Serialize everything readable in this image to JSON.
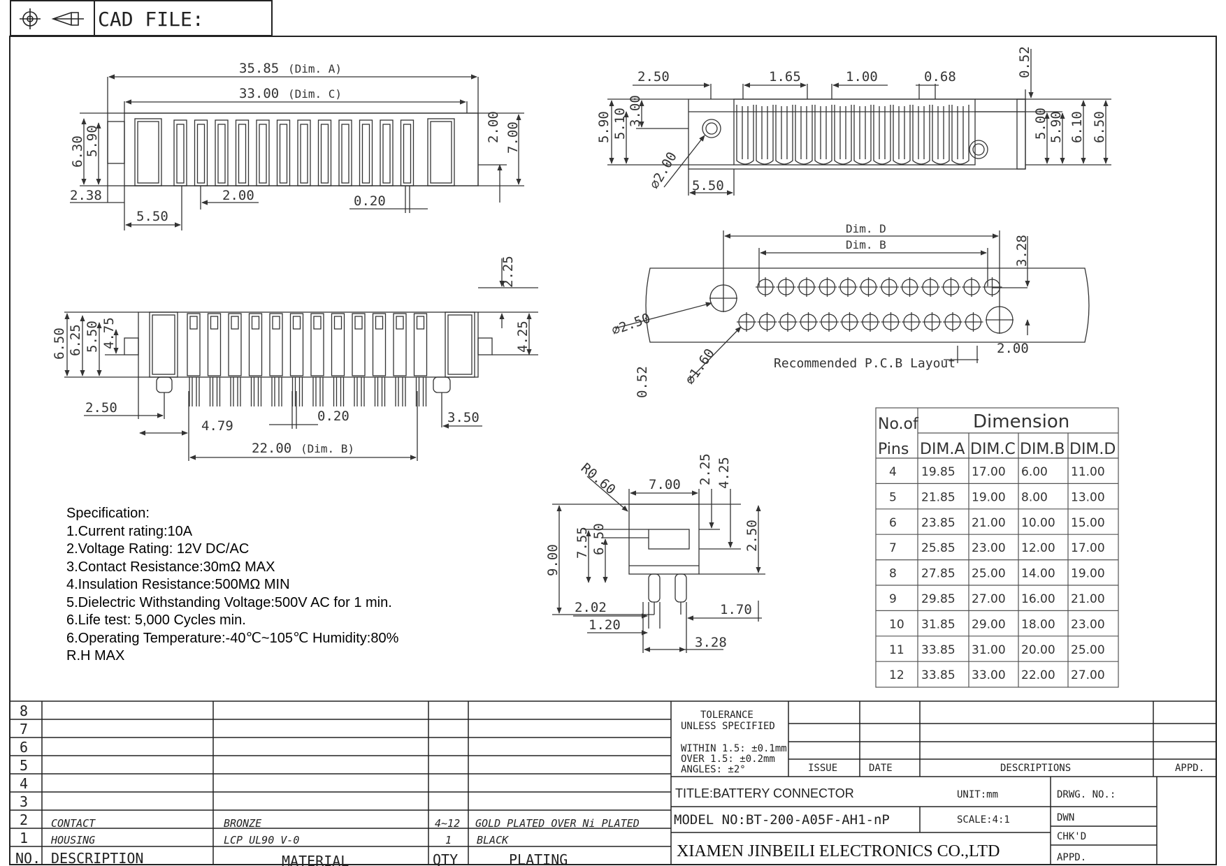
{
  "header": {
    "cad_file_label": "CAD FILE:"
  },
  "top_view": {
    "dims": [
      "35.85",
      "(Dim. A)",
      "33.00",
      "(Dim. C)",
      "2.00",
      "7.00",
      "6.30",
      "5.90",
      "2.38",
      "2.00",
      "0.20",
      "5.50"
    ]
  },
  "side_view": {
    "dims": [
      "2.50",
      "1.65",
      "1.00",
      "0.68",
      "0.52",
      "5.90",
      "5.10",
      "3.00",
      "5.00",
      "5.90",
      "6.10",
      "6.50",
      "⌀2.00",
      "5.50"
    ]
  },
  "front_view": {
    "dims": [
      "2.25",
      "6.50",
      "6.25",
      "5.50",
      "4.75",
      "4.25",
      "2.50",
      "4.79",
      "0.20",
      "3.50",
      "22.00",
      "(Dim. B)"
    ]
  },
  "pcb_layout": {
    "dims": [
      "Dim. D",
      "Dim. B",
      "3.28",
      "⌀2.50",
      "⌀1.60",
      "0.52",
      "2.00"
    ],
    "caption": "Recommended P.C.B Layout"
  },
  "end_view": {
    "dims": [
      "R0.60",
      "7.00",
      "2.25",
      "4.25",
      "7.55",
      "6.50",
      "9.00",
      "2.50",
      "2.02",
      "1.20",
      "1.70",
      "3.28"
    ]
  },
  "specification": {
    "title": "Specification:",
    "lines": [
      "1.Current rating:10A",
      "2.Voltage Rating: 12V DC/AC",
      "3.Contact Resistance:30mΩ MAX",
      "4.Insulation Resistance:500MΩ MIN",
      "5.Dielectric Withstanding Voltage:500V AC for 1 min.",
      "6.Life test: 5,000 Cycles min.",
      "6.Operating Temperature:-40℃~105℃  Humidity:80%",
      "R.H MAX"
    ]
  },
  "dimension_table": {
    "title": "Dimension",
    "col_top": "No.of",
    "col_bottom": "Pins",
    "columns": [
      "DIM.A",
      "DIM.C",
      "DIM.B",
      "DIM.D"
    ],
    "rows": [
      [
        "4",
        "19.85",
        "17.00",
        "6.00",
        "11.00"
      ],
      [
        "5",
        "21.85",
        "19.00",
        "8.00",
        "13.00"
      ],
      [
        "6",
        "23.85",
        "21.00",
        "10.00",
        "15.00"
      ],
      [
        "7",
        "25.85",
        "23.00",
        "12.00",
        "17.00"
      ],
      [
        "8",
        "27.85",
        "25.00",
        "14.00",
        "19.00"
      ],
      [
        "9",
        "29.85",
        "27.00",
        "16.00",
        "21.00"
      ],
      [
        "10",
        "31.85",
        "29.00",
        "18.00",
        "23.00"
      ],
      [
        "11",
        "33.85",
        "31.00",
        "20.00",
        "25.00"
      ],
      [
        "12",
        "33.85",
        "33.00",
        "22.00",
        "27.00"
      ]
    ]
  },
  "bom": {
    "row_numbers": [
      "8",
      "7",
      "6",
      "5",
      "4",
      "3",
      "2",
      "1"
    ],
    "row2": {
      "description": "CONTACT",
      "material": "BRONZE",
      "qty": "4~12",
      "plating": "GOLD PLATED OVER Ni PLATED"
    },
    "row1": {
      "description": "HOUSING",
      "material": "LCP UL90 V-0",
      "qty": "1",
      "plating": "BLACK"
    },
    "header": {
      "no": "NO.",
      "description": "DESCRIPTION",
      "material": "MATERIAL",
      "qty": "QTY",
      "plating": "PLATING"
    }
  },
  "title_block": {
    "tolerance_1": "TOLERANCE",
    "tolerance_2": "UNLESS SPECIFIED",
    "within": "WITHIN 1.5: ±0.1mm",
    "over": "OVER 1.5:  ±0.2mm",
    "angles": "ANGLES: ±2°",
    "issue": "ISSUE",
    "date": "DATE",
    "descriptions": "DESCRIPTIONS",
    "appd_col": "APPD.",
    "title": "TITLE:BATTERY CONNECTOR",
    "unit": "UNIT:mm",
    "drwg_no": "DRWG. NO.:",
    "model": "MODEL NO:BT-200-A05F-AH1-nP",
    "scale": "SCALE:4:1",
    "dwn": "DWN",
    "chkd": "CHK'D",
    "appd": "APPD.",
    "company": "XIAMEN JINBEILI ELECTRONICS CO.,LTD"
  }
}
